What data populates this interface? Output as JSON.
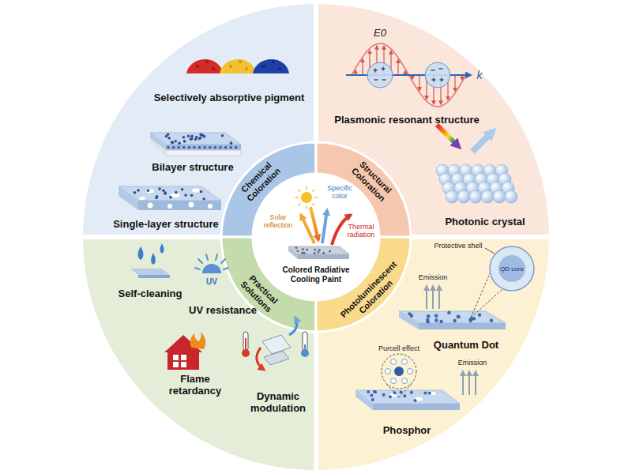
{
  "diagram": {
    "nodes": [
      {
        "text": [
          "Selectively absorptive pigment",
          "Bilayer structure",
          "Single-layer structure"
        ]
      },
      {
        "text": [
          "Plasmonic resonant structure",
          "Photonic crystal"
        ]
      },
      {
        "text": [
          "Self-cleaning",
          "UV resistance",
          "Flame retardancy",
          "Dynamic modulation"
        ]
      },
      {
        "text": [
          "Quantum Dot",
          "Phosphor"
        ]
      },
      {
        "text": [
          "Chemical Coloration"
        ]
      },
      {
        "text": [
          "Structural Coloration"
        ]
      },
      {
        "text": [
          "Practical Solutions"
        ]
      },
      {
        "text": [
          "Photoluminescent Coloration"
        ]
      },
      {
        "text": [
          "Colored Radiative Cooling Paint"
        ]
      }
    ],
    "labels": [
      "Solar reflection",
      "Specific color",
      "Thermal radiation",
      "E0",
      "k",
      "UV",
      "Protective shell",
      "QD core",
      "Emission",
      "Purcell effect",
      "Emission"
    ]
  }
}
